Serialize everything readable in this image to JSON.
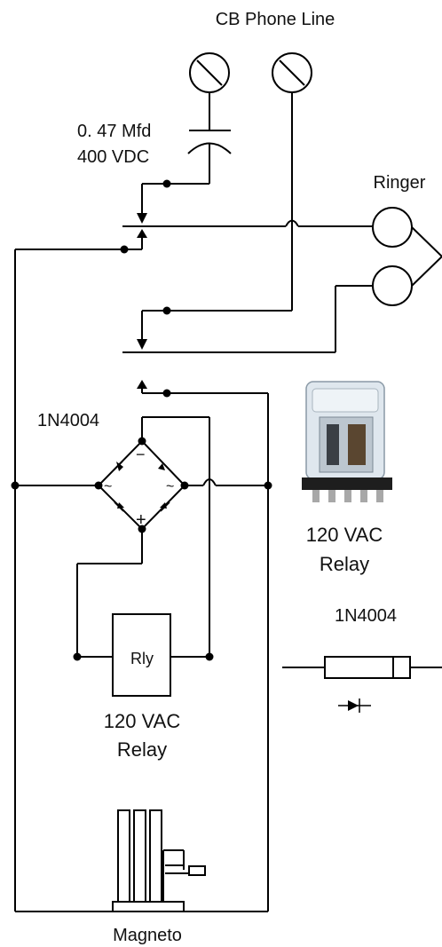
{
  "diagram": {
    "title": "CB Phone Line",
    "capacitor": {
      "value": "0. 47 Mfd",
      "voltage": "400 VDC"
    },
    "ringer_label": "Ringer",
    "bridge_label": "1N4004",
    "bridge_minus": "−",
    "bridge_plus": "+",
    "bridge_ac_left": "~",
    "bridge_ac_right": "~",
    "relay_box_label": "Rly",
    "relay_label_line1": "120 VAC",
    "relay_label_line2": "Relay",
    "photo_label_line1": "120 VAC",
    "photo_label_line2": "Relay",
    "diode_label": "1N4004",
    "magneto_label": "Magneto"
  },
  "colors": {
    "line": "#000000",
    "background": "#ffffff"
  }
}
